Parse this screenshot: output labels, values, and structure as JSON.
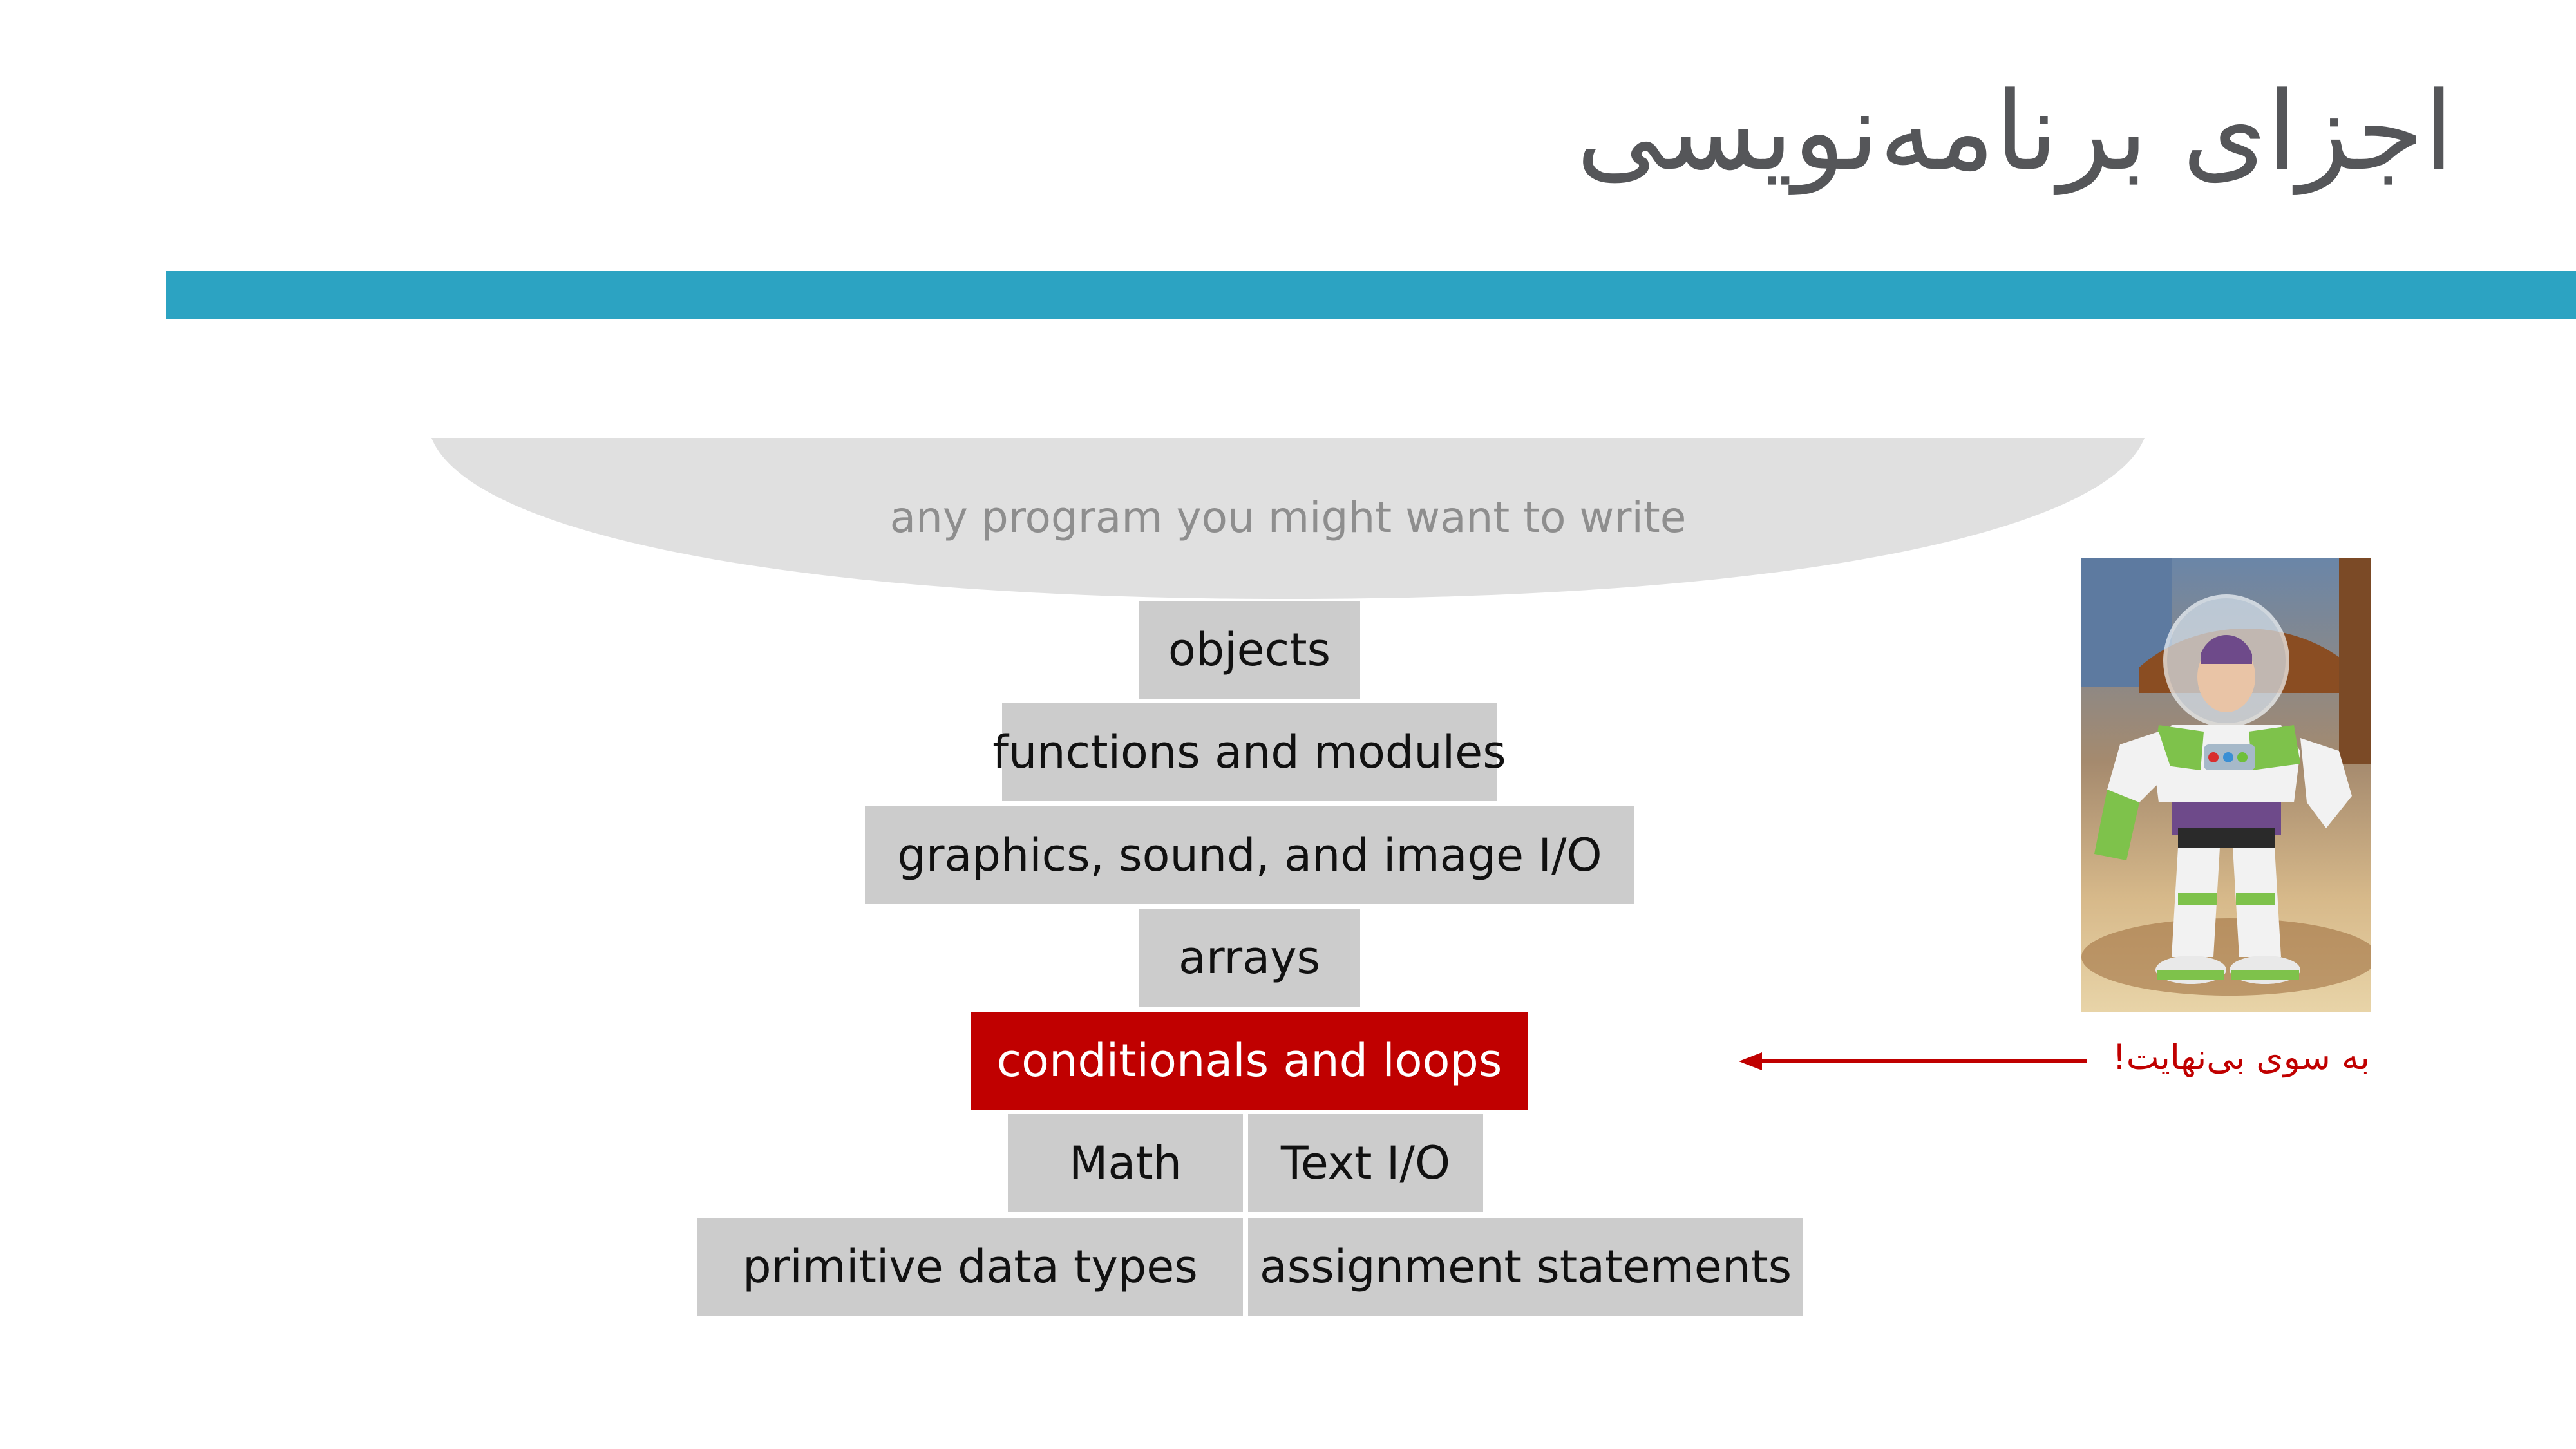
{
  "slide": {
    "title": "اجزای برنامه‌نویسی",
    "accent_color": "#2ca3c2"
  },
  "diagram": {
    "top_label": "any program you might want to write",
    "bowl_color": "#e0e0e0",
    "block_color": "#cccccc",
    "highlight_color": "#c00000",
    "blocks": {
      "objects": "objects",
      "functions": "functions and modules",
      "graphics": "graphics, sound, and image I/O",
      "arrays": "arrays",
      "conditionals": "conditionals and loops",
      "math": "Math",
      "text_io": "Text I/O",
      "primitive": "primitive data types",
      "assignment": "assignment statements"
    }
  },
  "annotation": {
    "text": "به سوی بی‌نهایت!",
    "color": "#c00000",
    "image_subject": "buzz-lightyear"
  }
}
